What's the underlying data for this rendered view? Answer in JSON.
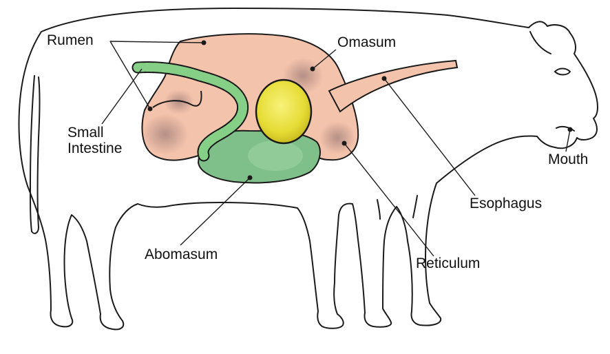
{
  "labels": {
    "rumen": "Rumen",
    "small_intestine": "Small\nIntestine",
    "omasum": "Omasum",
    "mouth": "Mouth",
    "esophagus": "Esophagus",
    "abomasum": "Abomasum",
    "reticulum": "Reticulum"
  },
  "colors": {
    "rumen": "#f4c3ac",
    "rumen_shade": "#b48e84",
    "omasum": "#e8e03c",
    "abomasum": "#7fc08a",
    "small_intestine": "#86cf86",
    "esophagus": "#f4c3ac",
    "outline": "#1a1a1a"
  }
}
